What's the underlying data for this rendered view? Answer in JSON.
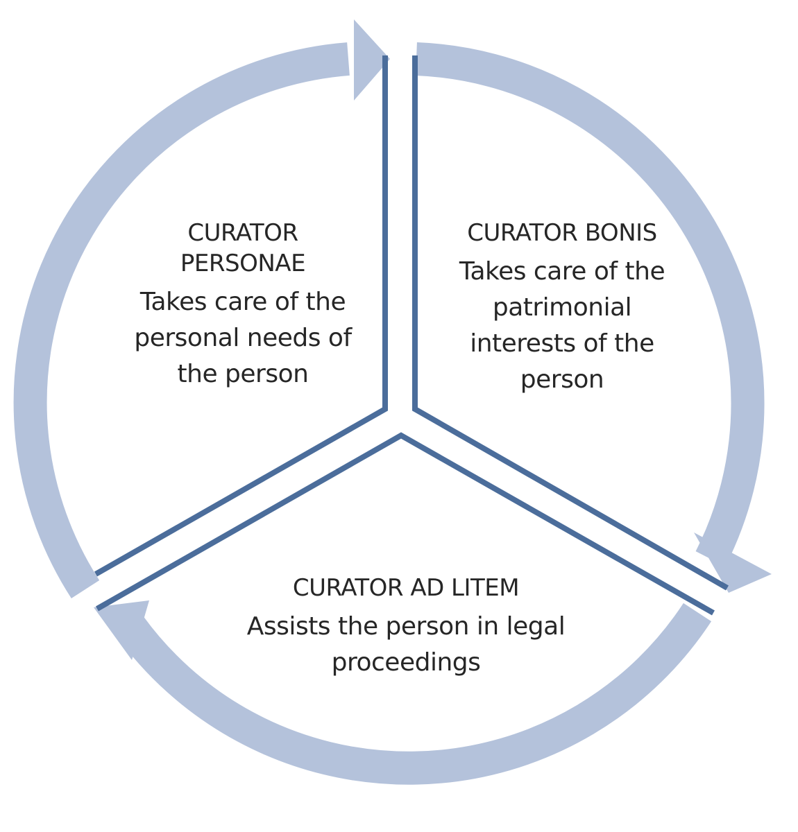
{
  "colors": {
    "ring": "#b4c2db",
    "divider": "#4b6d9b",
    "text": "#262626",
    "background": "#ffffff"
  },
  "segments": {
    "personae": {
      "title_line1": "CURATOR",
      "title_line2": "PERSONAE",
      "description_line1": "Takes care of the",
      "description_line2": "personal needs of",
      "description_line3": "the person"
    },
    "bonis": {
      "title": "CURATOR BONIS",
      "description_line1": "Takes care of the",
      "description_line2": "patrimonial",
      "description_line3": "interests of the",
      "description_line4": "person"
    },
    "litem": {
      "title": "CURATOR AD LITEM",
      "description_line1": "Assists the person in legal",
      "description_line2": "proceedings"
    }
  }
}
